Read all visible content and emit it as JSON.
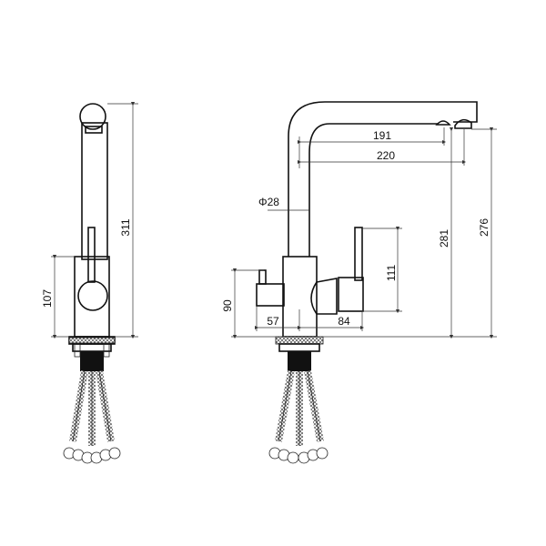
{
  "diagram": {
    "type": "technical-drawing",
    "subject": "kitchen faucet with filter spout",
    "views": [
      {
        "name": "side-view",
        "dimensions": {
          "total_height": "311",
          "body_height": "107"
        }
      },
      {
        "name": "front-view",
        "dimensions": {
          "spout_inner_reach": "191",
          "spout_outer_reach": "220",
          "pipe_diameter": "Φ28",
          "filter_outlet_height": "281",
          "main_outlet_height": "276",
          "lever_height": "111",
          "small_handle_height": "90",
          "left_offset": "57",
          "right_offset": "84"
        }
      }
    ],
    "colors": {
      "line": "#111111",
      "background": "#ffffff"
    }
  }
}
